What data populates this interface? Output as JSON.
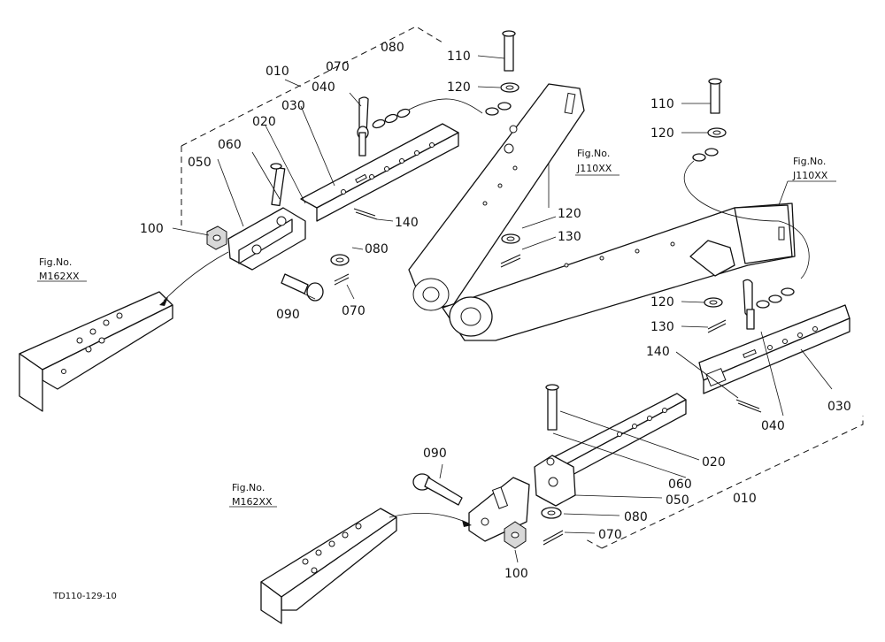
{
  "diagram_code": "TD110-129-10",
  "callouts": {
    "upper": {
      "p010": "010",
      "p020": "020",
      "p030": "030",
      "p040": "040",
      "p050": "050",
      "p060": "060",
      "p070a": "070",
      "p070b": "070",
      "p080a": "080",
      "p080b": "080",
      "p090": "090",
      "p100": "100",
      "p140": "140"
    },
    "center": {
      "p110a": "110",
      "p120a": "120",
      "p120c": "120",
      "p130a": "130"
    },
    "right": {
      "p110b": "110",
      "p120b": "120",
      "p120d": "120",
      "p130b": "130",
      "p140": "140",
      "p030": "030",
      "p040": "040"
    },
    "lower": {
      "p010": "010",
      "p020": "020",
      "p050": "050",
      "p060": "060",
      "p070": "070",
      "p080": "080",
      "p090": "090",
      "p100": "100"
    }
  },
  "refs": {
    "fig_label": "Fig.No.",
    "j110_a": "J110XX",
    "j110_b": "J110XX",
    "m162_a": "M162XX",
    "m162_b": "M162XX"
  }
}
